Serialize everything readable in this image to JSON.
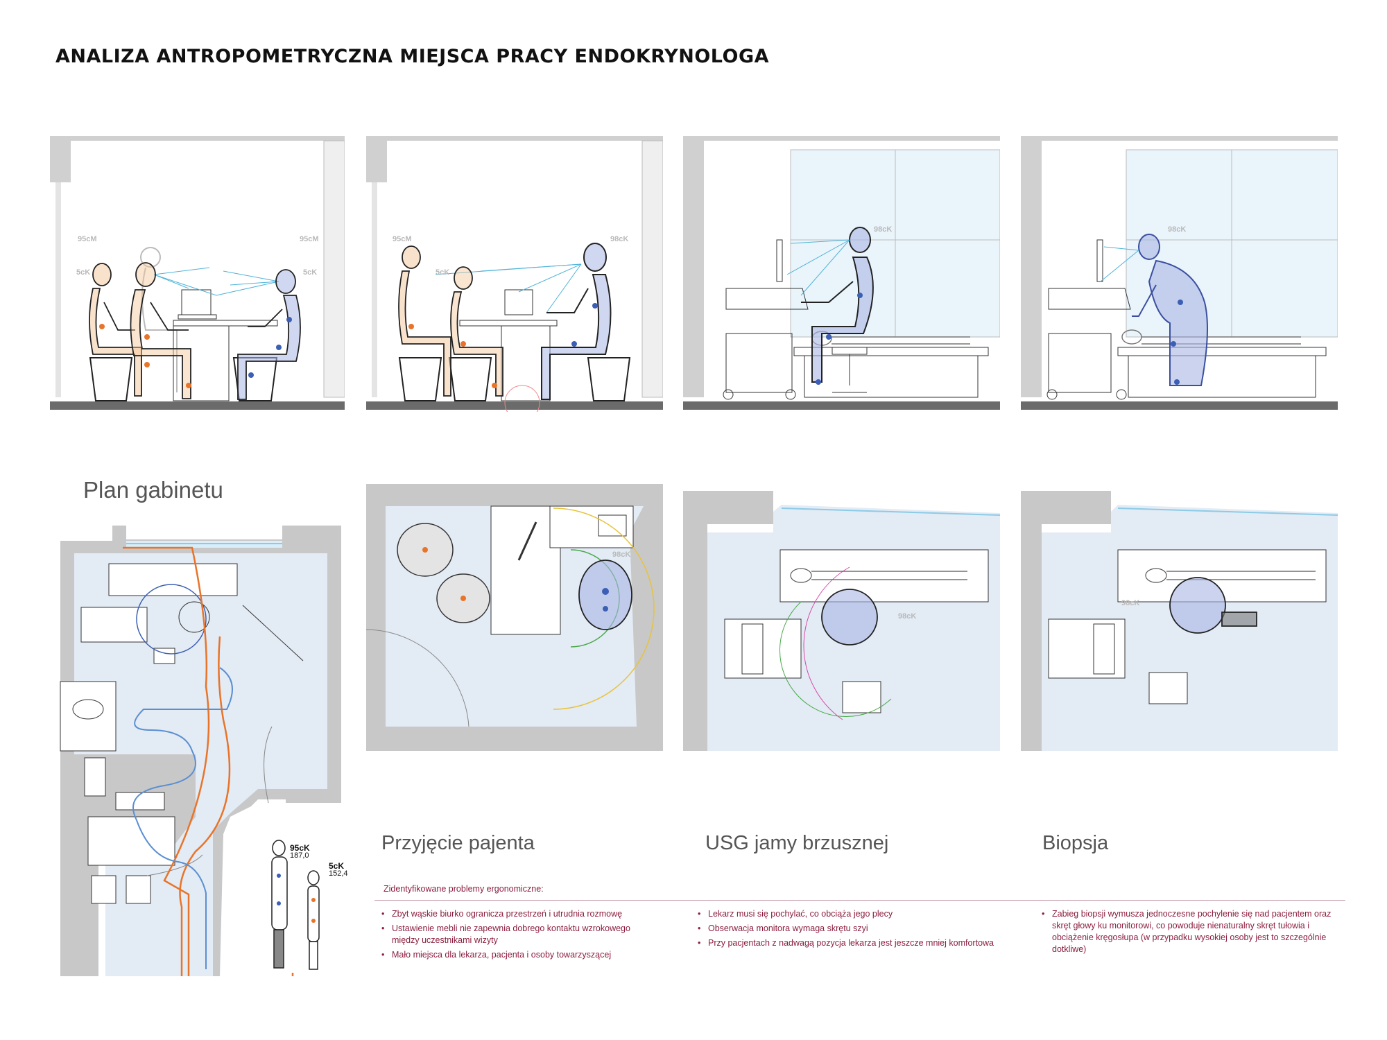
{
  "title": "ANALIZA ANTROPOMETRYCZNA MIEJSCA PRACY ENDOKRYNOLOGA",
  "plan": {
    "title": "Plan gabinetu",
    "figure_tall_label": "95",
    "figure_tall_label_suffix": "cK",
    "figure_tall_height": "187,0",
    "figure_short_label": "5cK",
    "figure_short_height": "152,4"
  },
  "sections": [
    {
      "caption": "Przyjęcie pajenta"
    },
    {
      "caption": "USG jamy brzusznej"
    },
    {
      "caption": "Biopsja"
    }
  ],
  "elevations": [
    {
      "labels": [
        "95cM",
        "5cK",
        "95cM",
        "5cK"
      ]
    },
    {
      "labels": [
        "95cM",
        "5cK",
        "98cK"
      ]
    },
    {
      "labels": [
        "98cK"
      ]
    },
    {
      "labels": [
        "98cK"
      ]
    }
  ],
  "plans": [
    {
      "labels": [
        "98cK"
      ]
    },
    {
      "labels": [
        "98cK"
      ]
    },
    {
      "labels": [
        "98cK"
      ]
    }
  ],
  "problems": {
    "heading": "Zidentyfikowane problemy ergonomiczne:",
    "col1": [
      "Zbyt wąskie biurko ogranicza przestrzeń i utrudnia  rozmowę",
      "Ustawienie mebli nie zapewnia dobrego kontaktu wzrokowego między uczestnikami wizyty",
      "Mało miejsca dla lekarza, pacjenta i osoby towarzyszącej"
    ],
    "col2": [
      "Lekarz musi się pochylać, co obciąża jego plecy",
      "Obserwacja monitora wymaga skrętu szyi",
      "Przy pacjentach z nadwagą pozycja lekarza jest jeszcze mniej komfortowa"
    ],
    "col3": [
      "Zabieg biopsji wymusza jednoczesne pochylenie się nad pacjentem oraz skręt głowy ku monitorowi, co powoduje nienaturalny skręt tułowia i obciążenie kręgosłupa (w przypadku wysokiej osoby jest to szczególnie dotkliwe)"
    ]
  },
  "colors": {
    "accent": "#8b1e3f",
    "orange": "#e8742a",
    "blue": "#3b5fb5",
    "cyan": "#4fb3d9",
    "floor": "#6b6b6b",
    "wall": "#c8c8c8"
  }
}
